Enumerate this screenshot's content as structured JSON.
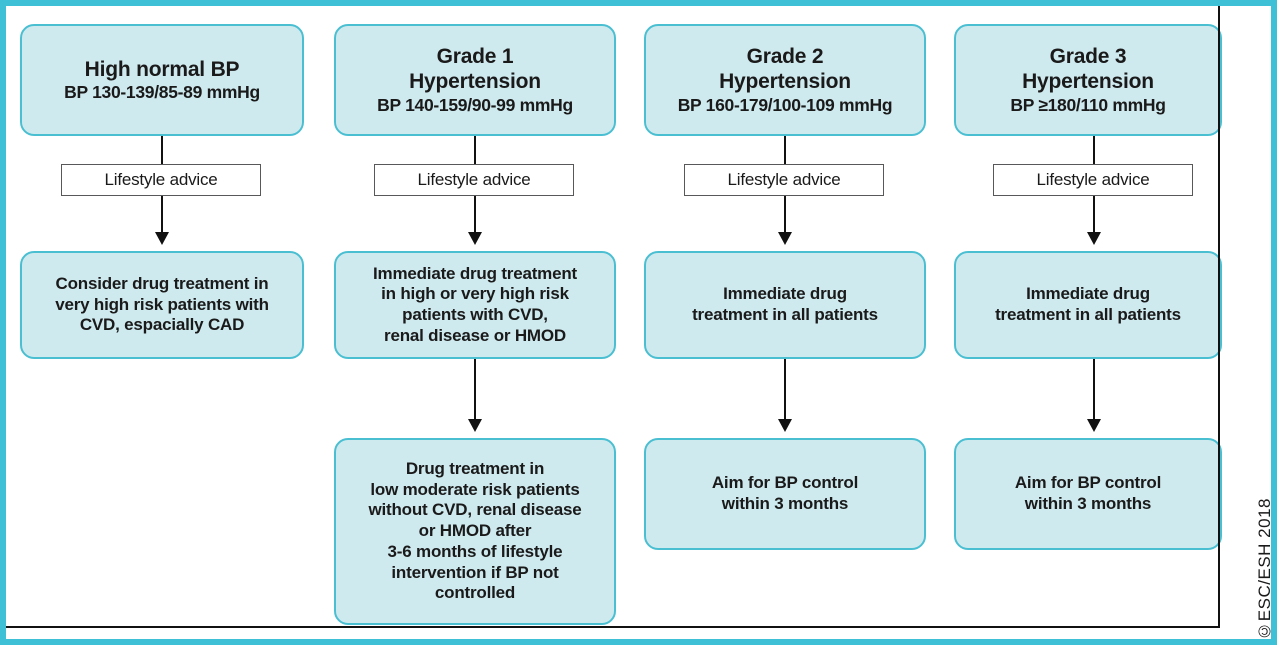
{
  "figure": {
    "copyright": "©ESC/ESH 2018",
    "frame_color": "#3ec1d6",
    "node_fill": "#cfeaef",
    "node_border": "#4bbfd2",
    "connector_color": "#111111",
    "plainbox_border": "#58585a",
    "text_color": "#1a1a1a"
  },
  "columns": [
    {
      "id": "high-normal-bp",
      "header": {
        "title": "High normal BP",
        "subtitle": "BP 130-139/85-89 mmHg"
      },
      "lifestyle": {
        "label": "Lifestyle advice"
      },
      "step2": {
        "lines": [
          "Consider drug treatment in",
          "very high risk patients with",
          "CVD, espacially CAD"
        ]
      },
      "step3": null
    },
    {
      "id": "grade-1-hypertension",
      "header": {
        "title_line1": "Grade 1",
        "title_line2": "Hypertension",
        "subtitle": "BP 140-159/90-99 mmHg"
      },
      "lifestyle": {
        "label": "Lifestyle advice"
      },
      "step2": {
        "lines": [
          "Immediate drug treatment",
          "in high or very high risk",
          "patients with CVD,",
          "renal disease or HMOD"
        ]
      },
      "step3": {
        "lines": [
          "Drug treatment in",
          "low moderate risk patients",
          "without CVD, renal disease",
          "or HMOD after",
          "3-6 months of lifestyle",
          "intervention if BP not",
          "controlled"
        ]
      }
    },
    {
      "id": "grade-2-hypertension",
      "header": {
        "title_line1": "Grade 2",
        "title_line2": "Hypertension",
        "subtitle": "BP 160-179/100-109 mmHg"
      },
      "lifestyle": {
        "label": "Lifestyle advice"
      },
      "step2": {
        "lines": [
          "Immediate drug",
          "treatment in all patients"
        ]
      },
      "step3": {
        "lines": [
          "Aim for BP control",
          "within 3 months"
        ]
      }
    },
    {
      "id": "grade-3-hypertension",
      "header": {
        "title_line1": "Grade 3",
        "title_line2": "Hypertension",
        "subtitle": "BP ≥180/110 mmHg"
      },
      "lifestyle": {
        "label": "Lifestyle advice"
      },
      "step2": {
        "lines": [
          "Immediate drug",
          "treatment in all patients"
        ]
      },
      "step3": {
        "lines": [
          "Aim for BP control",
          "within 3 months"
        ]
      }
    }
  ]
}
